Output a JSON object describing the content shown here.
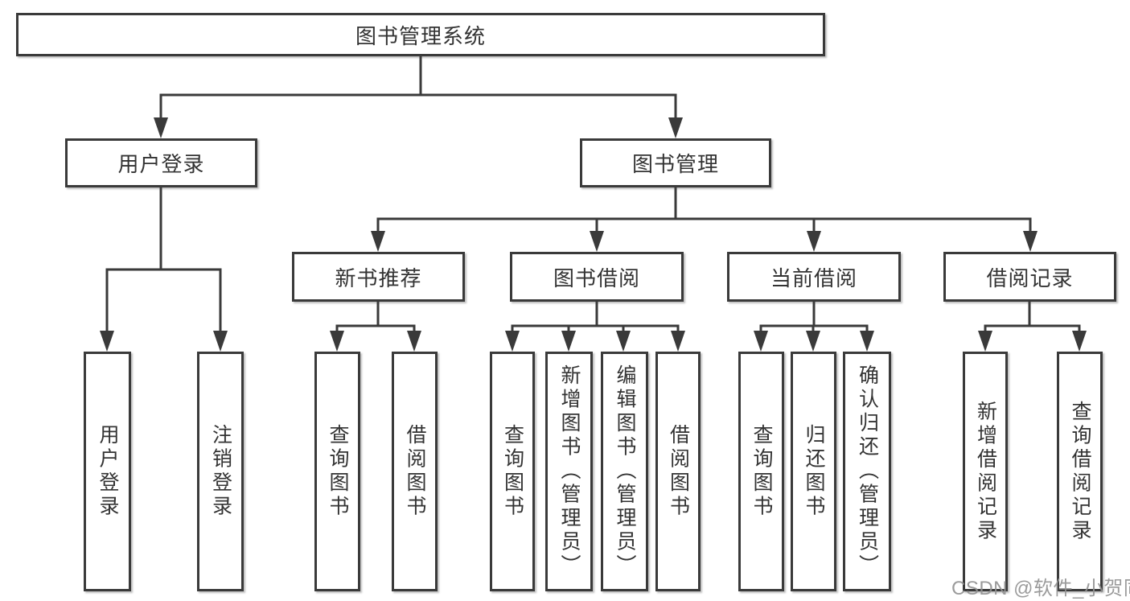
{
  "colors": {
    "line": "#3a3a3a",
    "node_border": "#3a3a3a",
    "node_fill": "#ffffff",
    "text": "#333333",
    "watermark": "#929292",
    "background": "#ffffff"
  },
  "tree": {
    "root": {
      "label": "图书管理系统"
    },
    "children": [
      {
        "label": "用户登录",
        "children": [
          {
            "label": "用户登录"
          },
          {
            "label": "注销登录"
          }
        ]
      },
      {
        "label": "图书管理",
        "children": [
          {
            "label": "新书推荐",
            "children": [
              {
                "label": "查询图书"
              },
              {
                "label": "借阅图书"
              }
            ]
          },
          {
            "label": "图书借阅",
            "children": [
              {
                "label": "查询图书"
              },
              {
                "label": "新增图书（管理员）"
              },
              {
                "label": "编辑图书（管理员）"
              },
              {
                "label": "借阅图书"
              }
            ]
          },
          {
            "label": "当前借阅",
            "children": [
              {
                "label": "查询图书"
              },
              {
                "label": "归还图书"
              },
              {
                "label": "确认归还（管理员）"
              }
            ]
          },
          {
            "label": "借阅记录",
            "children": [
              {
                "label": "新增借阅记录"
              },
              {
                "label": "查询借阅记录"
              }
            ]
          }
        ]
      }
    ]
  },
  "watermark": {
    "text": "CSDN @软件_小贺同学"
  }
}
